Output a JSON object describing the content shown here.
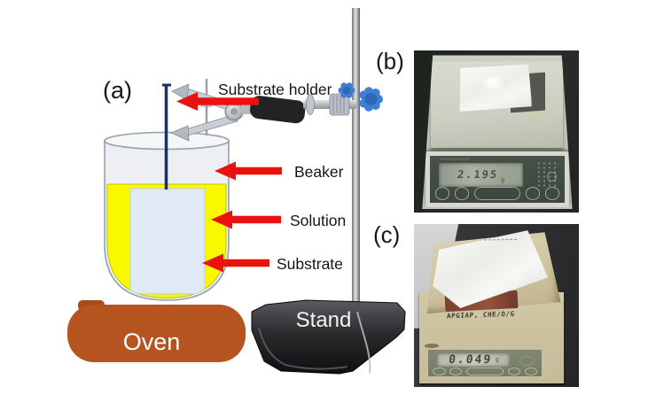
{
  "figure": {
    "panel_a": {
      "label": "(a)",
      "annotations": {
        "substrate_holder": "Substrate holder",
        "beaker": "Beaker",
        "solution": "Solution",
        "substrate": "Substrate"
      },
      "oven_label": "Oven",
      "stand_label": "Stand",
      "colors": {
        "arrow_red": "#e9120f",
        "solution_yellow": "#f9f800",
        "substrate_blue": "#dfeaf4",
        "oven_orange": "#b5541f",
        "holder_rod_navy": "#1d2f60",
        "clamp_knob_blue": "#3d7fd6",
        "stand_black": "#1c1c1e"
      }
    },
    "panel_b": {
      "label": "(b)",
      "scale_display": "2.195",
      "unit": "g"
    },
    "panel_c": {
      "label": "(c)",
      "scale_display": "0.049",
      "unit": "g",
      "handwritten_label": "APGIAP, CHE/O/G"
    }
  }
}
